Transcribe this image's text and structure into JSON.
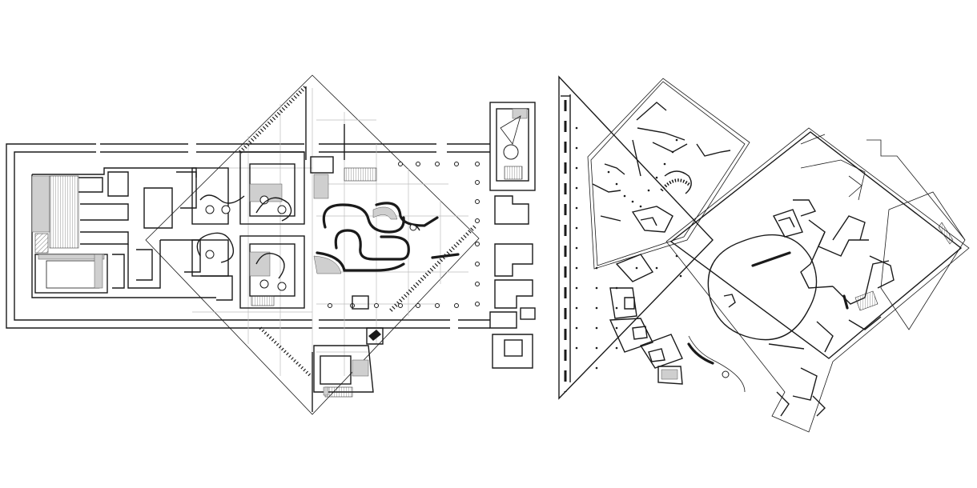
{
  "figure": {
    "panels": [
      {
        "id": "plan-left",
        "kind": "floor-plan"
      },
      {
        "id": "plan-right",
        "kind": "floor-plan"
      }
    ]
  },
  "colors": {
    "ink": "#1a1a1a",
    "poche": "#cfcfcf",
    "grid": "#bdbdbd",
    "background": "#ffffff"
  }
}
